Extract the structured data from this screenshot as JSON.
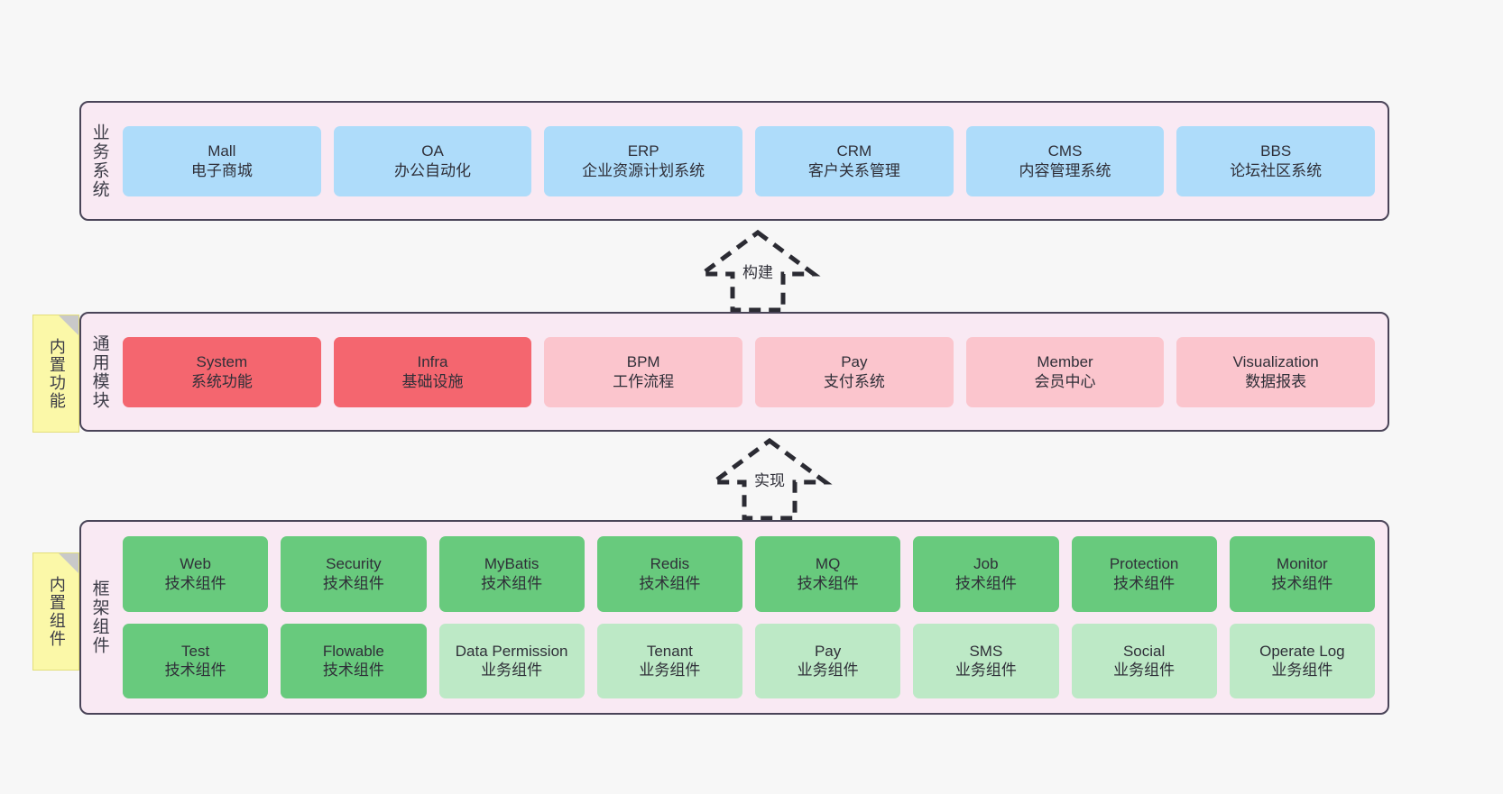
{
  "diagram": {
    "background_color": "#f7f7f7",
    "layer_fill": "#f9e9f3",
    "layer_border": "#4a4458"
  },
  "notes": [
    {
      "id": "builtin-func",
      "text": "内置功能",
      "color": "#fbf8a8"
    },
    {
      "id": "builtin-comp",
      "text": "内置组件",
      "color": "#fbf8a8"
    }
  ],
  "connectors": [
    {
      "id": "build",
      "label": "构建",
      "style": "dashed-hollow-triangle",
      "direction": "up"
    },
    {
      "id": "implement",
      "label": "实现",
      "style": "dashed-hollow-triangle",
      "direction": "up"
    }
  ],
  "layers": [
    {
      "id": "business",
      "label": "业务系统",
      "rows": [
        {
          "cells": [
            {
              "title": "Mall",
              "subtitle": "电子商城",
              "color": "#aedcfa"
            },
            {
              "title": "OA",
              "subtitle": "办公自动化",
              "color": "#aedcfa"
            },
            {
              "title": "ERP",
              "subtitle": "企业资源计划系统",
              "color": "#aedcfa"
            },
            {
              "title": "CRM",
              "subtitle": "客户关系管理",
              "color": "#aedcfa"
            },
            {
              "title": "CMS",
              "subtitle": "内容管理系统",
              "color": "#aedcfa"
            },
            {
              "title": "BBS",
              "subtitle": "论坛社区系统",
              "color": "#aedcfa"
            }
          ]
        }
      ]
    },
    {
      "id": "modules",
      "label": "通用模块",
      "rows": [
        {
          "cells": [
            {
              "title": "System",
              "subtitle": "系统功能",
              "color": "#f4666f"
            },
            {
              "title": "Infra",
              "subtitle": "基础设施",
              "color": "#f4666f"
            },
            {
              "title": "BPM",
              "subtitle": "工作流程",
              "color": "#fbc5cd"
            },
            {
              "title": "Pay",
              "subtitle": "支付系统",
              "color": "#fbc5cd"
            },
            {
              "title": "Member",
              "subtitle": "会员中心",
              "color": "#fbc5cd"
            },
            {
              "title": "Visualization",
              "subtitle": "数据报表",
              "color": "#fbc5cd"
            }
          ]
        }
      ]
    },
    {
      "id": "frame",
      "label": "框架组件",
      "rows": [
        {
          "cells": [
            {
              "title": "Web",
              "subtitle": "技术组件",
              "color": "#68ca7d"
            },
            {
              "title": "Security",
              "subtitle": "技术组件",
              "color": "#68ca7d"
            },
            {
              "title": "MyBatis",
              "subtitle": "技术组件",
              "color": "#68ca7d"
            },
            {
              "title": "Redis",
              "subtitle": "技术组件",
              "color": "#68ca7d"
            },
            {
              "title": "MQ",
              "subtitle": "技术组件",
              "color": "#68ca7d"
            },
            {
              "title": "Job",
              "subtitle": "技术组件",
              "color": "#68ca7d"
            },
            {
              "title": "Protection",
              "subtitle": "技术组件",
              "color": "#68ca7d"
            },
            {
              "title": "Monitor",
              "subtitle": "技术组件",
              "color": "#68ca7d"
            }
          ]
        },
        {
          "cells": [
            {
              "title": "Test",
              "subtitle": "技术组件",
              "color": "#68ca7d"
            },
            {
              "title": "Flowable",
              "subtitle": "技术组件",
              "color": "#68ca7d"
            },
            {
              "title": "Data Permission",
              "subtitle": "业务组件",
              "color": "#bde9c6"
            },
            {
              "title": "Tenant",
              "subtitle": "业务组件",
              "color": "#bde9c6"
            },
            {
              "title": "Pay",
              "subtitle": "业务组件",
              "color": "#bde9c6"
            },
            {
              "title": "SMS",
              "subtitle": "业务组件",
              "color": "#bde9c6"
            },
            {
              "title": "Social",
              "subtitle": "业务组件",
              "color": "#bde9c6"
            },
            {
              "title": "Operate Log",
              "subtitle": "业务组件",
              "color": "#bde9c6"
            }
          ]
        }
      ]
    }
  ]
}
